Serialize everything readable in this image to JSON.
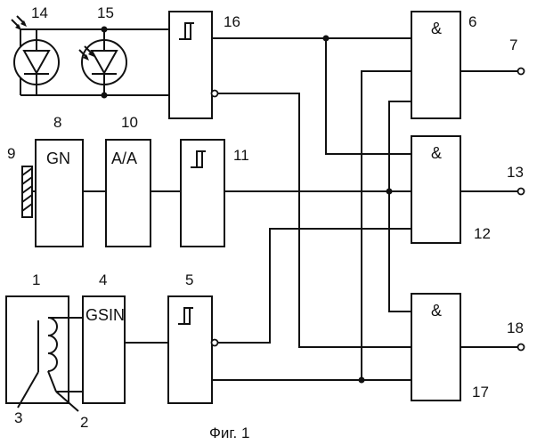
{
  "diagram": {
    "caption": "Фиг. 1",
    "blocks": {
      "b1": {
        "number": "1",
        "text": ""
      },
      "b4": {
        "number": "4",
        "text": "GSIN"
      },
      "b5": {
        "number": "5",
        "text": ""
      },
      "b6": {
        "number": "6",
        "text": "&"
      },
      "b8": {
        "number": "8",
        "text": "GN"
      },
      "b10": {
        "number": "10",
        "text": "A/A"
      },
      "b11": {
        "number": "11",
        "text": ""
      },
      "b12": {
        "number": "12",
        "text": "&"
      },
      "b16": {
        "number": "16",
        "text": ""
      },
      "b17": {
        "number": "17",
        "text": "&"
      }
    },
    "labels": {
      "photodiode_a": "14",
      "photodiode_b": "15",
      "sensor": "9",
      "part_2": "2",
      "part_3": "3",
      "out_7": "7",
      "out_13": "13",
      "out_18": "18"
    }
  }
}
